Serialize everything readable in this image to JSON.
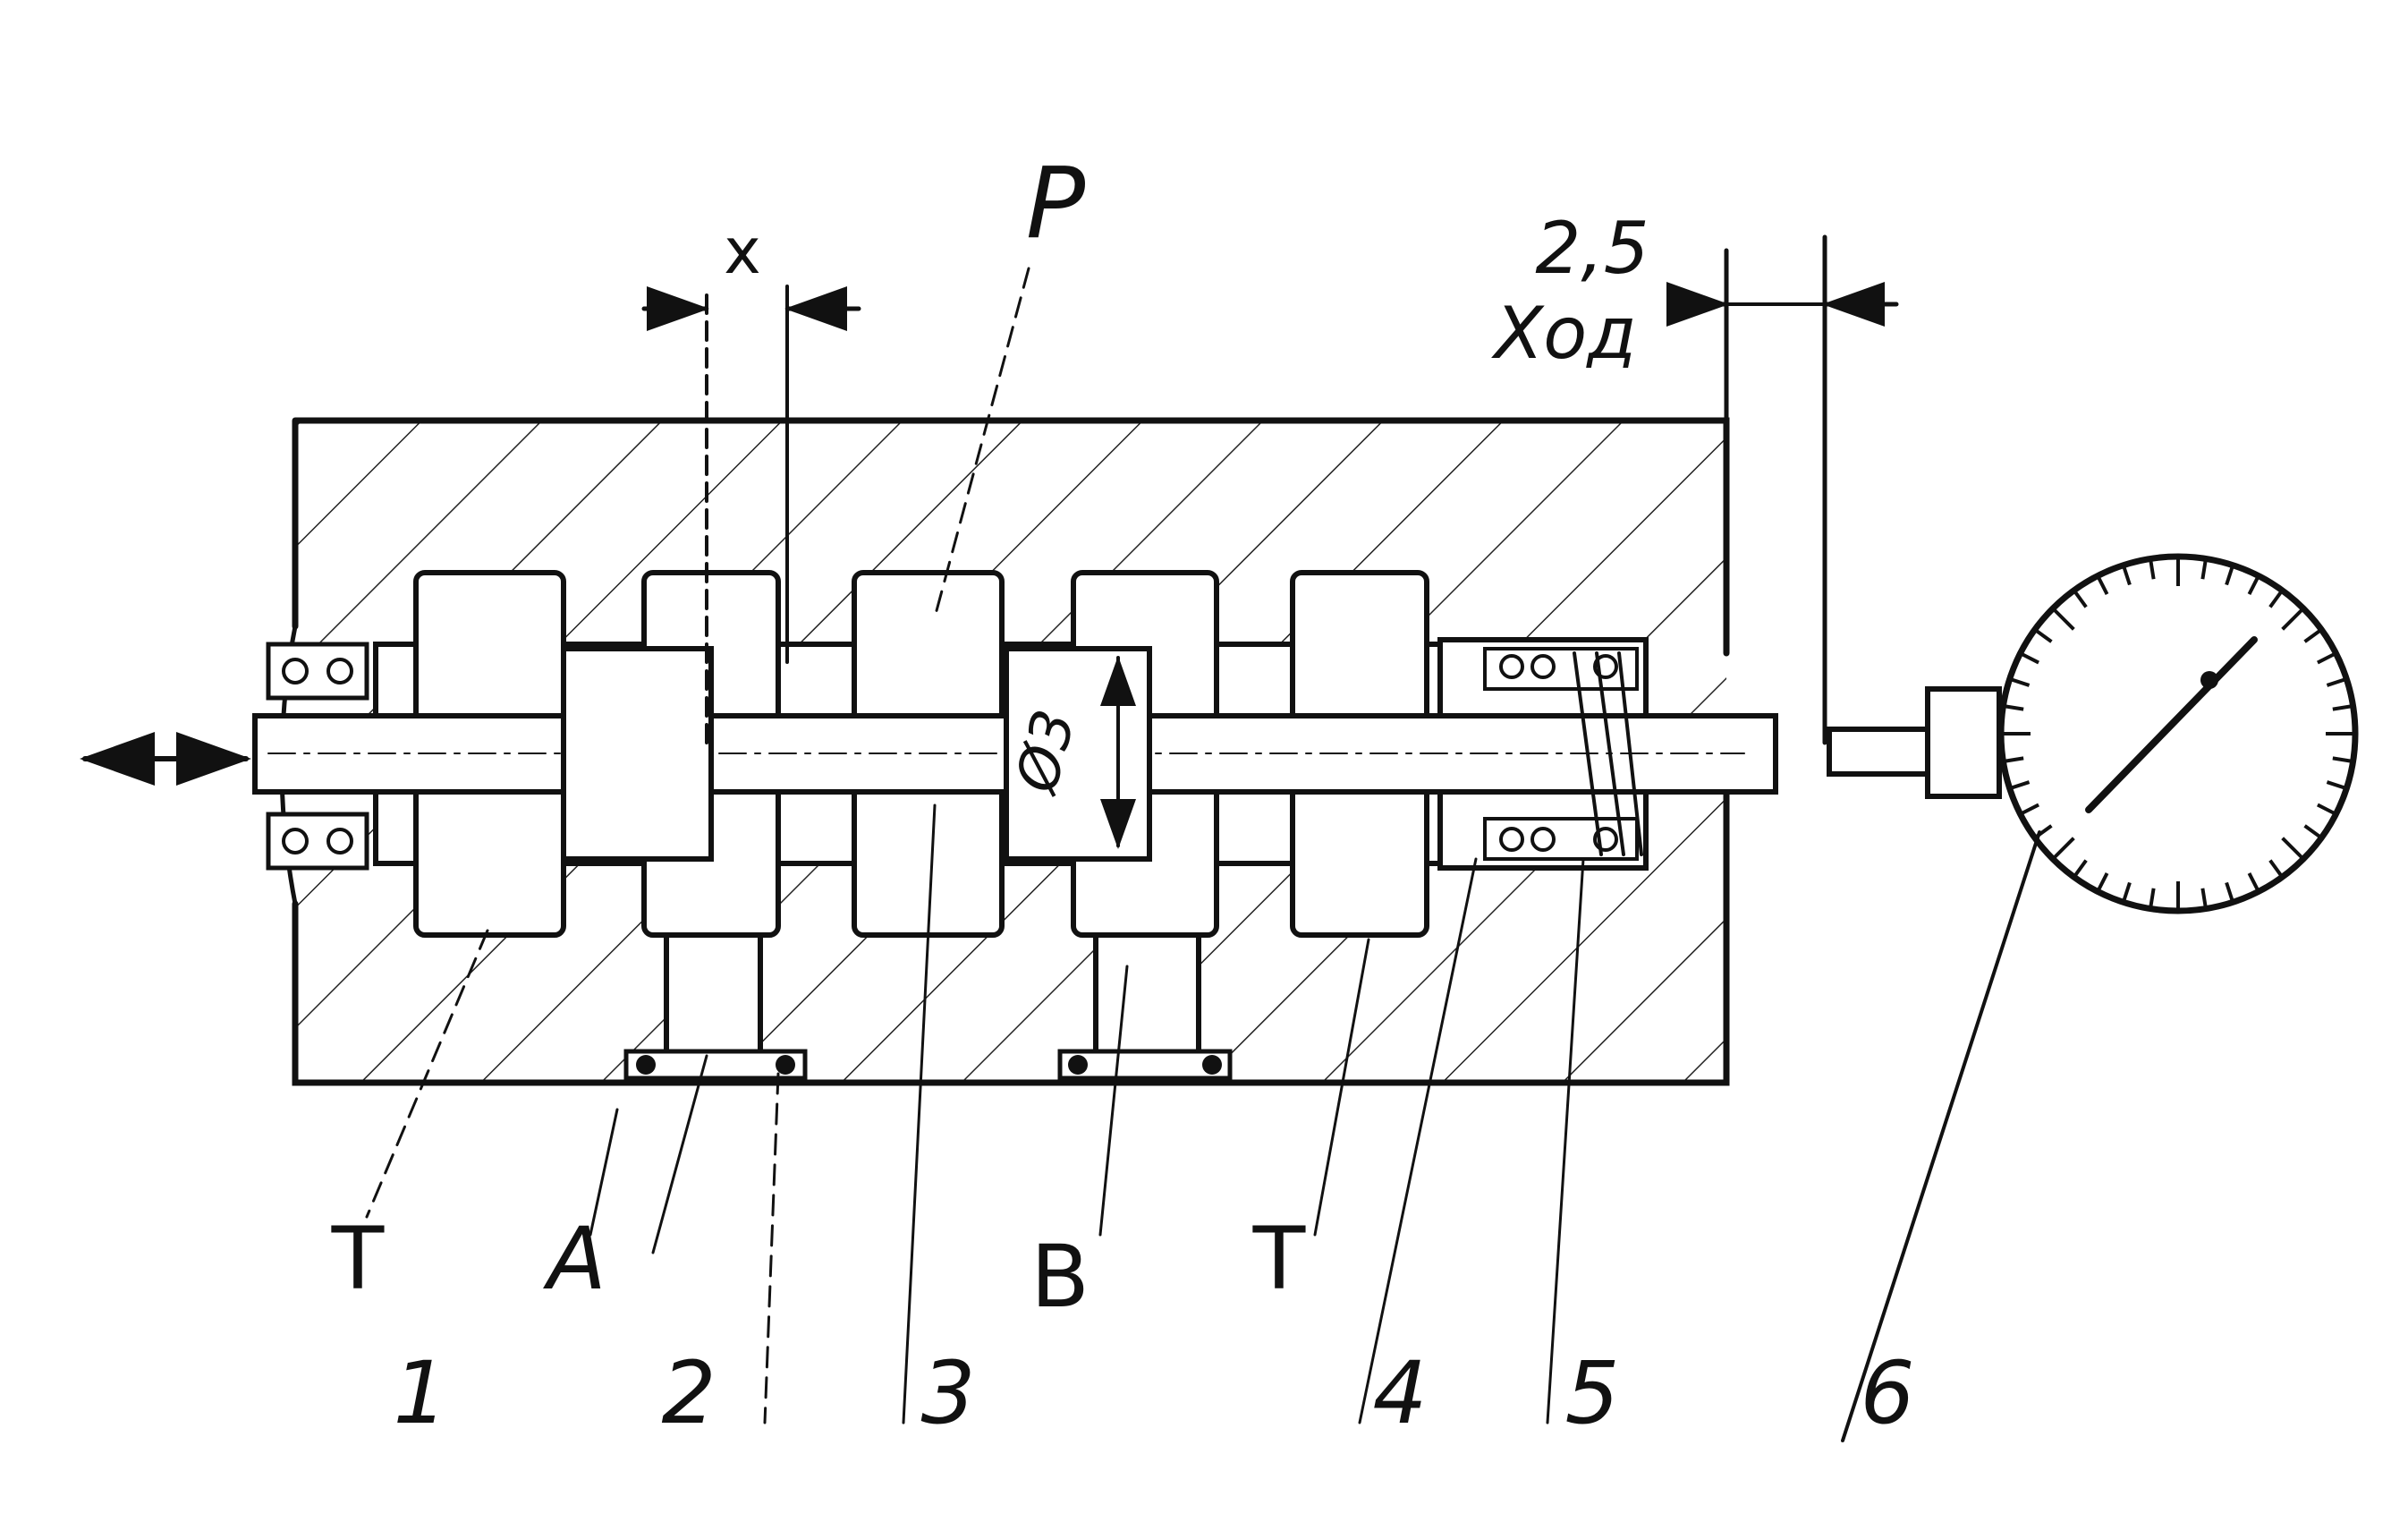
{
  "labels": {
    "x": "x",
    "p": "P",
    "stroke_value": "2,5",
    "stroke_word": "Ход",
    "d3": "Ø3",
    "t_left": "T",
    "a": "A",
    "b": "B",
    "t_right": "T"
  },
  "callouts": [
    "1",
    "2",
    "3",
    "4",
    "5",
    "6"
  ],
  "colors": {
    "ink": "#111111",
    "paper": "#ffffff"
  }
}
